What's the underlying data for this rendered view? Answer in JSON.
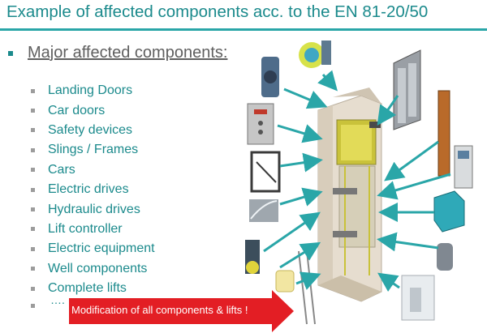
{
  "slide": {
    "title": "Example of affected components acc. to the EN 81-20/50",
    "heading": "Major affected components:",
    "items": [
      "Landing Doors",
      "Car doors",
      "Safety devices",
      "Slings / Frames",
      "Cars",
      "Electric drives",
      "Hydraulic drives",
      "Lift controller",
      "Electric equipment",
      "Well components",
      "Complete lifts"
    ],
    "ellipsis": "….",
    "banner": "Modification of all components & lifts !"
  },
  "colors": {
    "title": "#1b8a8c",
    "accent": "#2aa6a8",
    "banner": "#e31e24"
  }
}
